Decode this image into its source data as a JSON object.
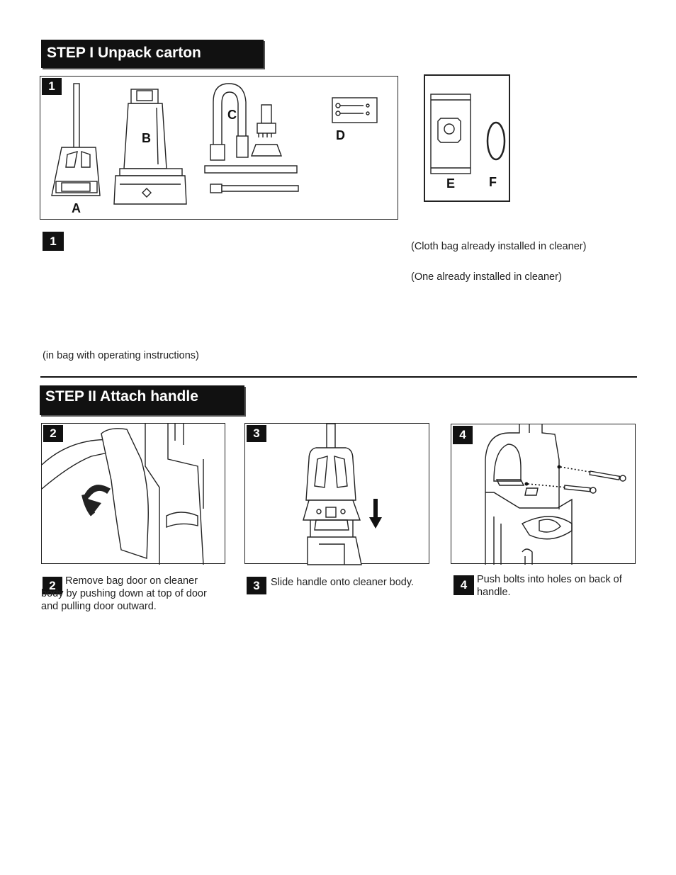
{
  "step1": {
    "header": "STEP I Unpack carton",
    "figure_badge": "1",
    "parts_letters": {
      "a": "A",
      "b": "B",
      "c": "C",
      "d": "D",
      "e": "E",
      "f": "F"
    },
    "text_badge": "1",
    "notes": {
      "cloth_bag": "(Cloth bag already installed in cleaner)",
      "one_installed": "(One already installed in cleaner)",
      "in_bag": "(in bag with operating instructions)"
    }
  },
  "step2": {
    "header": "STEP II Attach handle",
    "figures": [
      {
        "badge": "2",
        "caption_badge": "2",
        "caption": "Remove bag door on cleaner body by pushing down at top of door and pulling door outward."
      },
      {
        "badge": "3",
        "caption_badge": "3",
        "caption": "Slide handle onto cleaner body."
      },
      {
        "badge": "4",
        "caption_badge": "4",
        "caption": "Push bolts into holes on back of handle."
      }
    ]
  }
}
